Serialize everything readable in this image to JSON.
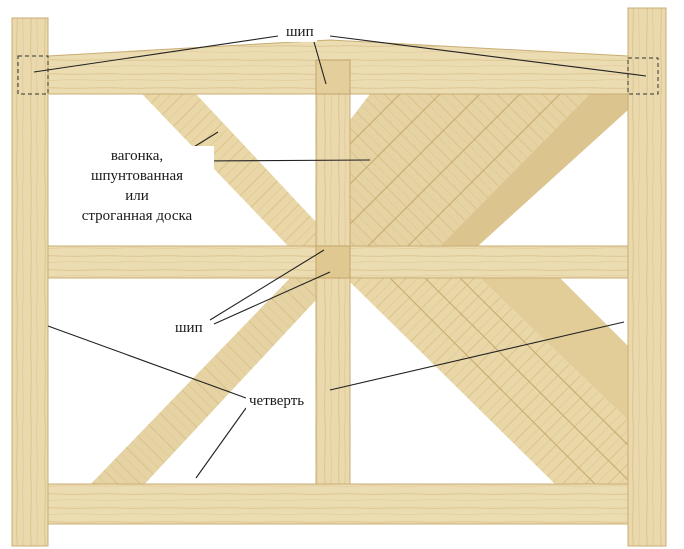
{
  "labels": {
    "tenon_top": "шип",
    "cladding_line1": "вагонка,",
    "cladding_line2": "шпунтованная",
    "cladding_line3": "или",
    "cladding_line4": "строганная доска",
    "tenon_middle": "шип",
    "rabbet": "четверть"
  },
  "colors": {
    "wood_light": "#eedfb7",
    "wood_mid": "#e3cd98",
    "wood_dark": "#d2b87e",
    "wood_grain": "#c9ad72",
    "line": "#222222",
    "background": "#ffffff"
  }
}
